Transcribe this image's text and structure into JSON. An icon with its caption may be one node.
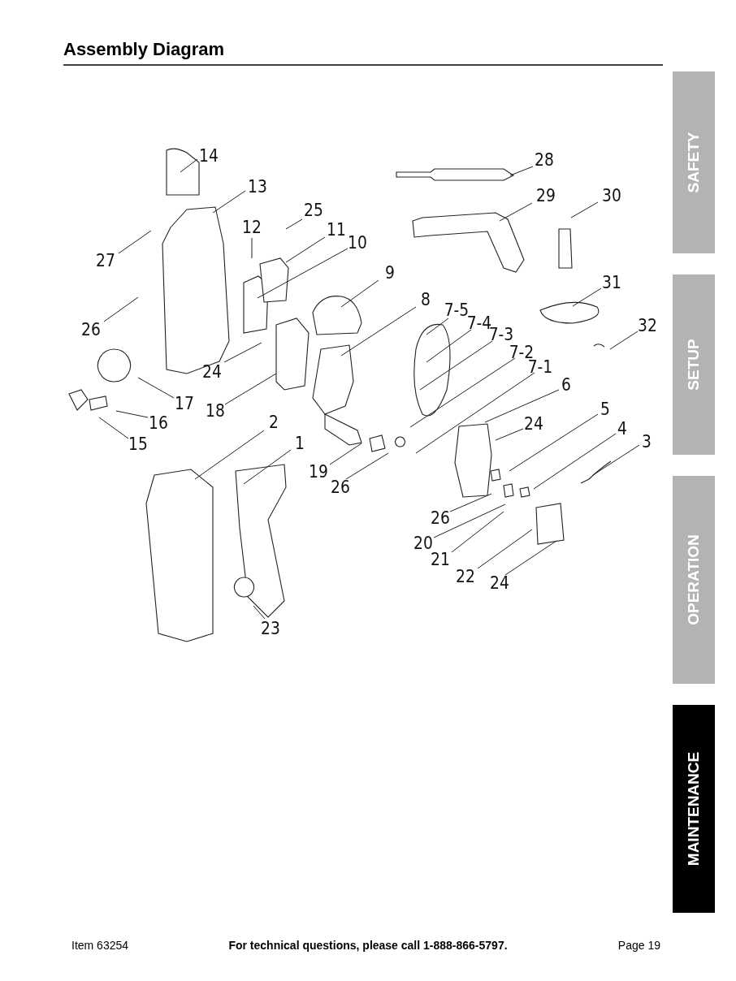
{
  "diagram": {
    "title": "Assembly Diagram",
    "nodes": [
      {
        "text": [
          "14"
        ]
      },
      {
        "text": [
          "28"
        ]
      },
      {
        "text": [
          "13"
        ]
      },
      {
        "text": [
          "29"
        ]
      },
      {
        "text": [
          "30"
        ]
      },
      {
        "text": [
          "25"
        ]
      },
      {
        "text": [
          "12"
        ]
      },
      {
        "text": [
          "11"
        ]
      },
      {
        "text": [
          "10"
        ]
      },
      {
        "text": [
          "27"
        ]
      },
      {
        "text": [
          "9"
        ]
      },
      {
        "text": [
          "31"
        ]
      },
      {
        "text": [
          "8"
        ]
      },
      {
        "text": [
          "7-5"
        ]
      },
      {
        "text": [
          "7-4"
        ]
      },
      {
        "text": [
          "32"
        ]
      },
      {
        "text": [
          "26"
        ]
      },
      {
        "text": [
          "7-3"
        ]
      },
      {
        "text": [
          "7-2"
        ]
      },
      {
        "text": [
          "24"
        ]
      },
      {
        "text": [
          "7-1"
        ]
      },
      {
        "text": [
          "6"
        ]
      },
      {
        "text": [
          "17"
        ]
      },
      {
        "text": [
          "18"
        ]
      },
      {
        "text": [
          "5"
        ]
      },
      {
        "text": [
          "2"
        ]
      },
      {
        "text": [
          "16"
        ]
      },
      {
        "text": [
          "24"
        ]
      },
      {
        "text": [
          "4"
        ]
      },
      {
        "text": [
          "1"
        ]
      },
      {
        "text": [
          "3"
        ]
      },
      {
        "text": [
          "15"
        ]
      },
      {
        "text": [
          "19"
        ]
      },
      {
        "text": [
          "26"
        ]
      },
      {
        "text": [
          "26"
        ]
      },
      {
        "text": [
          "20"
        ]
      },
      {
        "text": [
          "21"
        ]
      },
      {
        "text": [
          "22"
        ]
      },
      {
        "text": [
          "24"
        ]
      },
      {
        "text": [
          "23"
        ]
      },
      {
        "text": [
          "SAFETY"
        ]
      },
      {
        "text": [
          "SETUP"
        ]
      },
      {
        "text": [
          "OPERATION"
        ]
      },
      {
        "text": [
          "MAINTENANCE"
        ]
      }
    ],
    "edges": [
      {
        "from": 0,
        "to": null,
        "arrow": "none"
      },
      {
        "from": 1,
        "to": null,
        "arrow": "none"
      },
      {
        "from": 2,
        "to": null,
        "arrow": "none"
      },
      {
        "from": 3,
        "to": null,
        "arrow": "none"
      },
      {
        "from": 4,
        "to": null,
        "arrow": "none"
      },
      {
        "from": 5,
        "to": null,
        "arrow": "none"
      },
      {
        "from": 6,
        "to": null,
        "arrow": "none"
      },
      {
        "from": 7,
        "to": null,
        "arrow": "none"
      },
      {
        "from": 8,
        "to": null,
        "arrow": "none"
      },
      {
        "from": 9,
        "to": null,
        "arrow": "none"
      },
      {
        "from": 10,
        "to": null,
        "arrow": "none"
      },
      {
        "from": 11,
        "to": null,
        "arrow": "none"
      },
      {
        "from": 12,
        "to": null,
        "arrow": "none"
      },
      {
        "from": 13,
        "to": null,
        "arrow": "none"
      },
      {
        "from": 14,
        "to": null,
        "arrow": "none"
      },
      {
        "from": 15,
        "to": null,
        "arrow": "none"
      },
      {
        "from": 16,
        "to": null,
        "arrow": "none"
      },
      {
        "from": 17,
        "to": null,
        "arrow": "none"
      },
      {
        "from": 18,
        "to": null,
        "arrow": "none"
      },
      {
        "from": 19,
        "to": null,
        "arrow": "none"
      },
      {
        "from": 20,
        "to": null,
        "arrow": "none"
      },
      {
        "from": 21,
        "to": null,
        "arrow": "none"
      },
      {
        "from": 22,
        "to": null,
        "arrow": "none"
      },
      {
        "from": 23,
        "to": null,
        "arrow": "none"
      },
      {
        "from": 24,
        "to": null,
        "arrow": "none"
      },
      {
        "from": 25,
        "to": null,
        "arrow": "none"
      },
      {
        "from": 26,
        "to": null,
        "arrow": "none"
      },
      {
        "from": 27,
        "to": null,
        "arrow": "none"
      },
      {
        "from": 28,
        "to": null,
        "arrow": "none"
      },
      {
        "from": 29,
        "to": null,
        "arrow": "none"
      },
      {
        "from": 30,
        "to": null,
        "arrow": "none"
      },
      {
        "from": 31,
        "to": null,
        "arrow": "none"
      },
      {
        "from": 32,
        "to": null,
        "arrow": "none"
      },
      {
        "from": 33,
        "to": null,
        "arrow": "none"
      },
      {
        "from": 34,
        "to": null,
        "arrow": "none"
      },
      {
        "from": 35,
        "to": null,
        "arrow": "none"
      },
      {
        "from": 36,
        "to": null,
        "arrow": "none"
      },
      {
        "from": 37,
        "to": null,
        "arrow": "none"
      },
      {
        "from": 38,
        "to": null,
        "arrow": "none"
      },
      {
        "from": 39,
        "to": null,
        "arrow": "none"
      }
    ],
    "labels": [
      "Item 63254",
      "For technical questions, please call 1-888-866-5797.",
      "Page 19"
    ]
  }
}
